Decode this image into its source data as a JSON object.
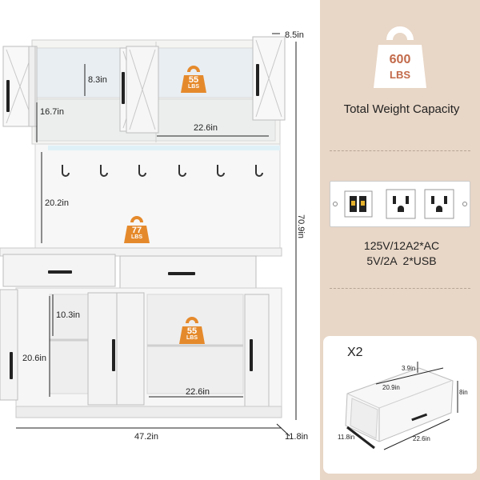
{
  "dimensions": {
    "depth_top": "8.5in",
    "upper_shelf_height": "8.3in",
    "upper_cabinet_height": "16.7in",
    "upper_width": "22.6in",
    "hutch_height": "20.2in",
    "total_height": "70.9in",
    "lower_shelf_height": "10.3in",
    "lower_cabinet_height": "20.6in",
    "lower_width": "22.6in",
    "total_width": "47.2in",
    "total_depth": "11.8in"
  },
  "weights": {
    "upper": {
      "value": "55",
      "unit": "LBS"
    },
    "countertop": {
      "value": "77",
      "unit": "LBS"
    },
    "lower": {
      "value": "55",
      "unit": "LBS"
    }
  },
  "capacity": {
    "value": "600",
    "unit": "LBS",
    "label": "Total Weight Capacity"
  },
  "power": {
    "line1": "125V/12A2*AC",
    "line2": "5V/2A  2*USB"
  },
  "drawer": {
    "quantity": "X2",
    "height": "3.9in",
    "depth": "20.9in",
    "front_height": "8in",
    "side": "11.8in",
    "width": "22.6in"
  },
  "colors": {
    "panel_bg": "#e8d6c6",
    "accent": "#c26a4a",
    "weight_tag": "#e58a2c"
  }
}
